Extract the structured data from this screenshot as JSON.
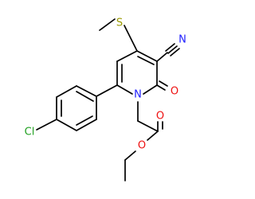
{
  "molecule": {
    "labels": {
      "S": "S",
      "N_nitrile": "N",
      "N_ring": "N",
      "O_carbonyl": "O",
      "O_ester_carbonyl": "O",
      "O_ester": "O",
      "Cl": "Cl"
    },
    "colors": {
      "bond": "#000000",
      "S": "#9a9a00",
      "N": "#2020ff",
      "O": "#ee1111",
      "Cl": "#20a020"
    }
  }
}
